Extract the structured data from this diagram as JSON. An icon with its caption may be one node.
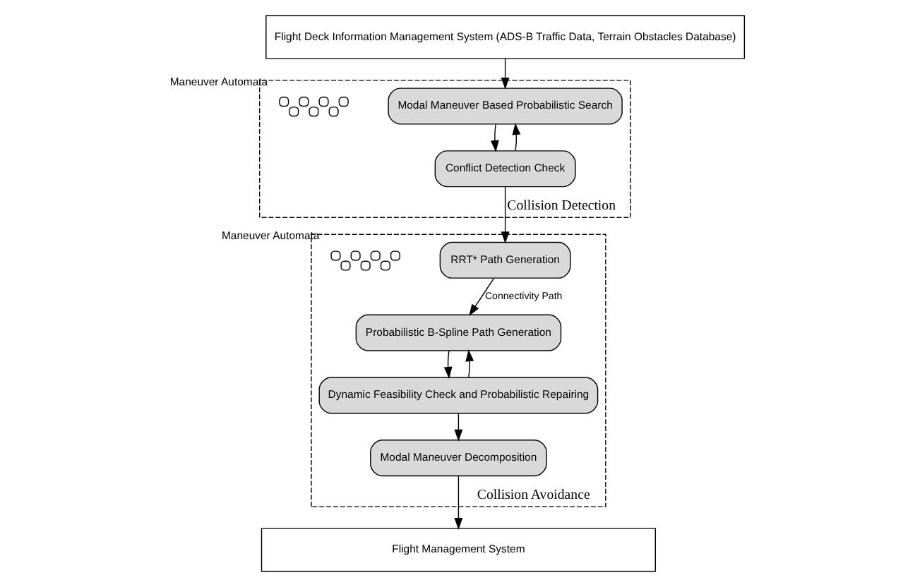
{
  "diagram": {
    "nodes": [
      {
        "text": [
          "Flight Deck Information Management System (ADS-B Traffic Data, Terrain Obstacles Database)"
        ]
      },
      {
        "text": [
          "Collision Detection"
        ]
      },
      {
        "text": [
          "Modal Maneuver Based Probabilistic Search"
        ],
        "in": 1
      },
      {
        "text": [],
        "shape": "picture",
        "in": 1,
        "beside": [
          "Maneuver Automata"
        ]
      },
      {
        "text": [
          "Conflict Detection Check"
        ],
        "in": 1
      },
      {
        "text": [
          "Collision Avoidance"
        ]
      },
      {
        "text": [
          "RRT* Path Generation"
        ],
        "in": 5
      },
      {
        "text": [
          "Probabilistic B-Spline Path Generation"
        ],
        "in": 5
      },
      {
        "text": [
          "Modal Maneuver Decomposition"
        ],
        "in": 5
      },
      {
        "text": [],
        "shape": "picture",
        "in": 5,
        "beside": [
          "Maneuver Automata"
        ]
      },
      {
        "text": [
          "Dynamic Feasibility Check and Probabilistic Repairing"
        ],
        "in": 5
      },
      {
        "text": [
          "Flight Management System"
        ]
      }
    ],
    "edges": [
      {
        "from": 0,
        "to": 2,
        "arrow": "to"
      },
      {
        "from": 2,
        "to": 4,
        "arrow": "to"
      },
      {
        "from": 4,
        "to": 2,
        "arrow": "to"
      },
      {
        "from": 4,
        "to": 6,
        "arrow": "to"
      },
      {
        "from": 6,
        "to": 7,
        "arrow": "to",
        "label": "Connectivity Path"
      },
      {
        "from": 7,
        "to": 10,
        "arrow": "to"
      },
      {
        "from": 10,
        "to": 7,
        "arrow": "to"
      },
      {
        "from": 10,
        "to": 8,
        "arrow": "to"
      },
      {
        "from": 8,
        "to": 11,
        "arrow": "to"
      }
    ]
  }
}
